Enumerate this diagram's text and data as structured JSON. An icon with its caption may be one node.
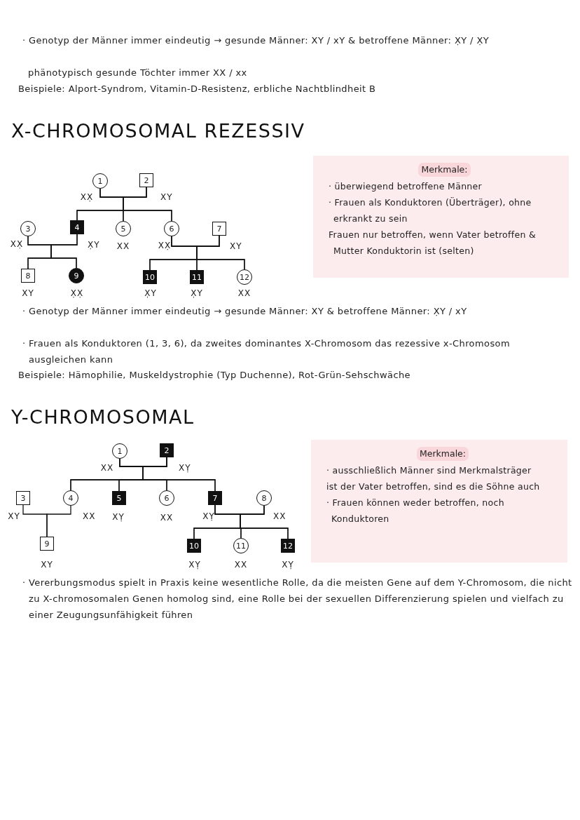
{
  "diagram": {
    "nodes": [
      {
        "text": [
          "1"
        ],
        "beside": [
          "XX̣"
        ]
      },
      {
        "text": [
          "2"
        ],
        "beside": [
          "XY"
        ]
      },
      {
        "text": [
          "3"
        ],
        "beside": [
          "XX̣"
        ]
      },
      {
        "text": [
          "4"
        ],
        "beside": [
          "X̣Y"
        ]
      },
      {
        "text": [
          "5"
        ],
        "beside": [
          "XX"
        ]
      },
      {
        "text": [
          "6"
        ],
        "beside": [
          "XX̣"
        ]
      },
      {
        "text": [
          "7"
        ],
        "beside": [
          "XY"
        ]
      },
      {
        "text": [
          "8"
        ],
        "beside": [
          "XY"
        ]
      },
      {
        "text": [
          "9"
        ],
        "beside": [
          "X̣X̣"
        ]
      },
      {
        "text": [
          "10"
        ],
        "beside": [
          "X̣Y"
        ]
      },
      {
        "text": [
          "11"
        ],
        "beside": [
          "X̣Y"
        ]
      },
      {
        "text": [
          "12"
        ],
        "beside": [
          "XX"
        ]
      },
      {
        "text": [
          "Merkmale:",
          "· überwiegend betroffene Männer",
          "· Frauen als Konduktoren (Überträger), ohne erkrankt zu sein",
          "Frauen nur betroffen, wenn Vater betroffen & Mutter Konduktorin ist (selten)"
        ]
      },
      {
        "text": [
          "1"
        ],
        "beside": [
          "XX"
        ]
      },
      {
        "text": [
          "2"
        ],
        "beside": [
          "XỴ"
        ]
      },
      {
        "text": [
          "3"
        ],
        "beside": [
          "XY"
        ]
      },
      {
        "text": [
          "4"
        ],
        "beside": [
          "XX"
        ]
      },
      {
        "text": [
          "5"
        ],
        "beside": [
          "XỴ"
        ]
      },
      {
        "text": [
          "6"
        ],
        "beside": [
          "XX"
        ]
      },
      {
        "text": [
          "7"
        ],
        "beside": [
          "XỴ"
        ]
      },
      {
        "text": [
          "8"
        ],
        "beside": [
          "XX"
        ]
      },
      {
        "text": [
          "9"
        ],
        "beside": [
          "XY"
        ]
      },
      {
        "text": [
          "10"
        ],
        "beside": [
          "XỴ"
        ]
      },
      {
        "text": [
          "11"
        ],
        "beside": [
          "XX"
        ]
      },
      {
        "text": [
          "12"
        ],
        "beside": [
          "XỴ"
        ]
      },
      {
        "text": [
          "Merkmale:",
          "· ausschließlich Männer sind Merkmalsträger",
          "ist der Vater betroffen, sind es die Söhne auch",
          "· Frauen können weder betroffen, noch Konduktoren"
        ]
      }
    ],
    "edges": [
      {
        "from": 0,
        "to": 3,
        "arrow": "none"
      },
      {
        "from": 1,
        "to": 3,
        "arrow": "none"
      },
      {
        "from": 0,
        "to": 4,
        "arrow": "none"
      },
      {
        "from": 1,
        "to": 4,
        "arrow": "none"
      },
      {
        "from": 0,
        "to": 5,
        "arrow": "none"
      },
      {
        "from": 1,
        "to": 5,
        "arrow": "none"
      },
      {
        "from": 2,
        "to": 7,
        "arrow": "none"
      },
      {
        "from": 3,
        "to": 7,
        "arrow": "none"
      },
      {
        "from": 2,
        "to": 8,
        "arrow": "none"
      },
      {
        "from": 3,
        "to": 8,
        "arrow": "none"
      },
      {
        "from": 5,
        "to": 9,
        "arrow": "none"
      },
      {
        "from": 6,
        "to": 9,
        "arrow": "none"
      },
      {
        "from": 5,
        "to": 10,
        "arrow": "none"
      },
      {
        "from": 6,
        "to": 10,
        "arrow": "none"
      },
      {
        "from": 5,
        "to": 11,
        "arrow": "none"
      },
      {
        "from": 6,
        "to": 11,
        "arrow": "none"
      },
      {
        "from": 13,
        "to": 16,
        "arrow": "none"
      },
      {
        "from": 14,
        "to": 16,
        "arrow": "none"
      },
      {
        "from": 13,
        "to": 17,
        "arrow": "none"
      },
      {
        "from": 14,
        "to": 17,
        "arrow": "none"
      },
      {
        "from": 13,
        "to": 18,
        "arrow": "none"
      },
      {
        "from": 14,
        "to": 18,
        "arrow": "none"
      },
      {
        "from": 13,
        "to": 19,
        "arrow": "none"
      },
      {
        "from": 14,
        "to": 19,
        "arrow": "none"
      },
      {
        "from": 15,
        "to": 21,
        "arrow": "none"
      },
      {
        "from": 16,
        "to": 21,
        "arrow": "none"
      },
      {
        "from": 19,
        "to": 22,
        "arrow": "none"
      },
      {
        "from": 20,
        "to": 22,
        "arrow": "none"
      },
      {
        "from": 19,
        "to": 23,
        "arrow": "none"
      },
      {
        "from": 20,
        "to": 23,
        "arrow": "none"
      },
      {
        "from": 19,
        "to": 24,
        "arrow": "none"
      },
      {
        "from": 20,
        "to": 24,
        "arrow": "none"
      }
    ],
    "labels": [
      "· Genotyp der Männer immer eindeutig → gesunde Männer: XY / xY & betroffene Männer: X̣Y / X̣Y",
      "phänotypisch gesunde Töchter immer XX / xx",
      "Beispiele: Alport-Syndrom, Vitamin-D-Resistenz, erbliche Nachtblindheit B",
      "X-CHROMOSOMAL REZESSIV",
      "· Genotyp der Männer immer eindeutig → gesunde Männer: XY & betroffene Männer: X̣Y / xY",
      "· Frauen als Konduktoren (1, 3, 6), da zweites dominantes X-Chromosom das rezessive x-Chromosom ausgleichen kann",
      "Beispiele: Hämophilie, Muskeldystrophie (Typ Duchenne), Rot-Grün-Sehschwäche",
      "Y-CHROMOSOMAL",
      "· Vererbungsmodus spielt in Praxis keine wesentliche Rolle, da die meisten Gene auf dem Y-Chromosom, die nicht zu X-chromosomalen Genen homolog sind, eine Rolle bei der sexuellen Differenzierung spielen und vielfach zu einer Zeugungsunfähigkeit führen"
    ]
  }
}
